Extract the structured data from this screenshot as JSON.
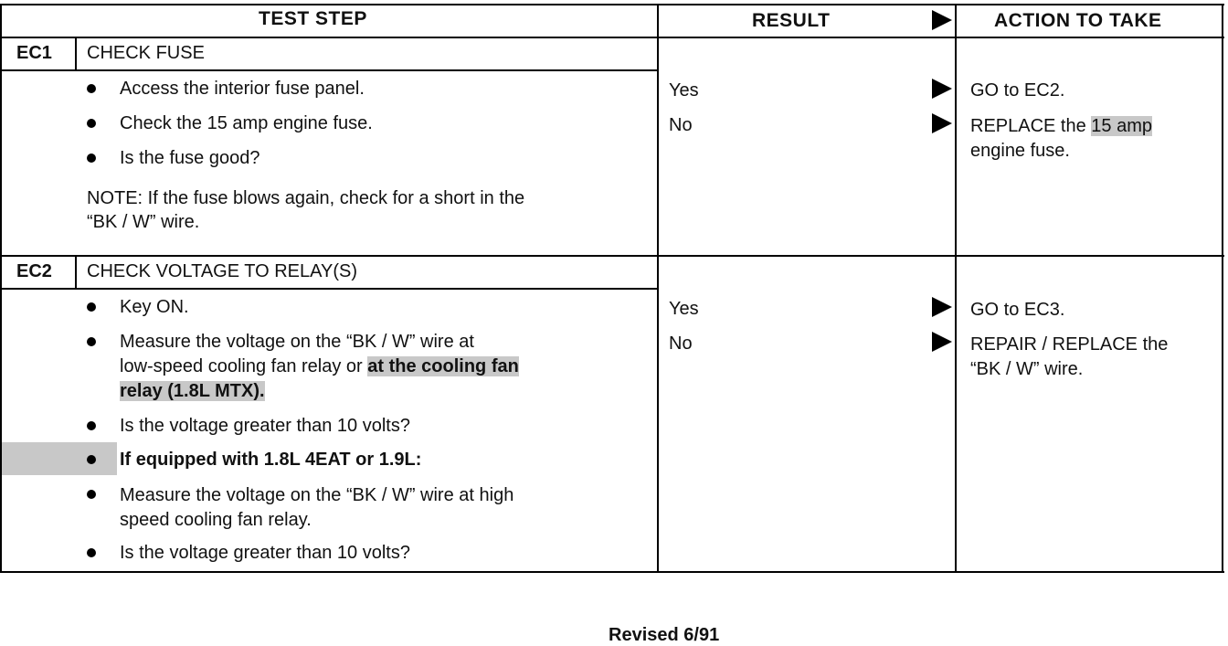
{
  "header": {
    "test_step": "TEST STEP",
    "result": "RESULT",
    "action": "ACTION TO TAKE"
  },
  "steps": [
    {
      "id": "EC1",
      "title": "CHECK FUSE",
      "bullets": [
        "Access the interior fuse panel.",
        "Check the 15 amp engine fuse.",
        "Is the fuse good?"
      ],
      "note_lines": [
        "NOTE: If the fuse blows again, check for a short in the",
        "“BK / W” wire."
      ],
      "results": [
        {
          "result": "Yes",
          "action_lines": [
            "GO to EC2."
          ]
        },
        {
          "result": "No",
          "action_lines": [
            "REPLACE the ",
            "15 amp",
            "engine fuse."
          ]
        }
      ]
    },
    {
      "id": "EC2",
      "title": "CHECK VOLTAGE TO RELAY(S)",
      "bullets": [
        "Key ON.",
        "Measure the voltage on the “BK / W” wire at",
        "low-speed cooling fan relay or ",
        "at the cooling fan",
        "relay (1.8L MTX).",
        "Is the voltage greater than 10 volts?",
        "If equipped with 1.8L 4EAT or 1.9L:",
        "Measure the voltage on the “BK / W” wire at high",
        "speed cooling fan relay.",
        "Is the voltage greater than 10 volts?"
      ],
      "results": [
        {
          "result": "Yes",
          "action_lines": [
            "GO to EC3."
          ]
        },
        {
          "result": "No",
          "action_lines": [
            "REPAIR / REPLACE the",
            "“BK / W” wire."
          ]
        }
      ]
    }
  ],
  "footer": "Revised 6/91"
}
